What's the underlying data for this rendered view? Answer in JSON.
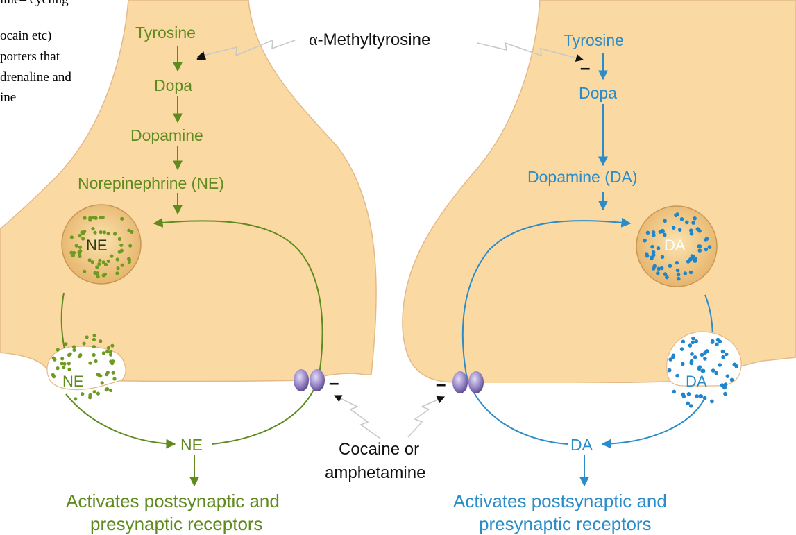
{
  "colors": {
    "neuron": "#fbd9a3",
    "neuron_edge": "#e4b98a",
    "green": "#5e8a1e",
    "green_dot": "#6f9a22",
    "blue": "#2a8cc8",
    "blue_dot": "#1f86cc",
    "transporter": "#8a78b8"
  },
  "side_notes": [
    "ime– cycling",
    "ocain etc)",
    "porters that",
    "drenaline and",
    "ine"
  ],
  "left_pathway": {
    "tyrosine": "Tyrosine",
    "dopa": "Dopa",
    "dopamine": "Dopamine",
    "norepinephrine": "Norepinephrine (NE)",
    "vesicle": "NE",
    "released": "NE",
    "cleft": "NE",
    "inhibition_mark": "–",
    "transporter_mark": "–",
    "activates_line1": "Activates postsynaptic and",
    "activates_line2": "presynaptic receptors"
  },
  "right_pathway": {
    "tyrosine": "Tyrosine",
    "dopa": "Dopa",
    "dopamine": "Dopamine (DA)",
    "vesicle": "DA",
    "released": "DA",
    "cleft": "DA",
    "inhibition_mark": "–",
    "transporter_mark": "–",
    "activates_line1": "Activates postsynaptic and",
    "activates_line2": "presynaptic receptors"
  },
  "drugs": {
    "alpha": "α",
    "methyltyrosine": "-Methyltyrosine",
    "cocaine_line1": "Cocaine or",
    "cocaine_line2": "amphetamine"
  }
}
